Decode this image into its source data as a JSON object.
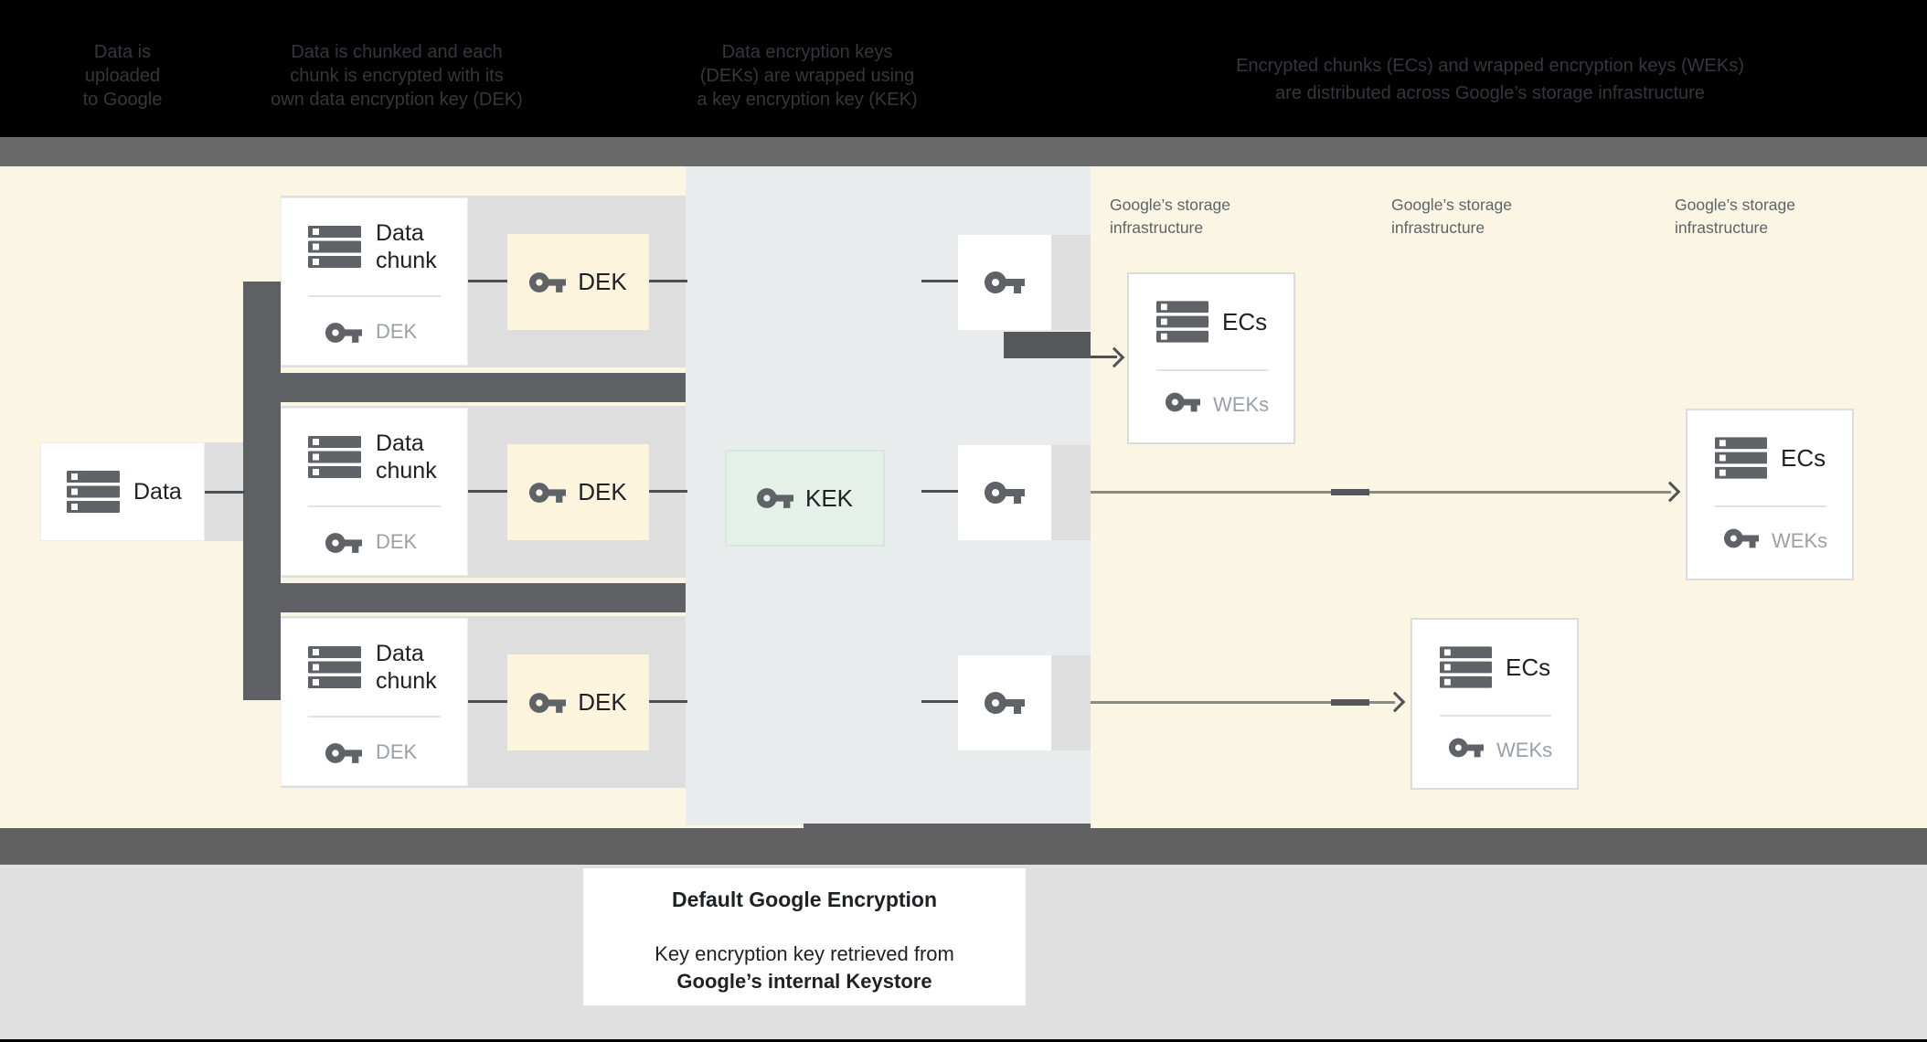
{
  "header": {
    "steps": [
      {
        "lines": [
          "Data is",
          "uploaded",
          "to Google"
        ]
      },
      {
        "lines": [
          "Data is chunked and each",
          "chunk is encrypted with its",
          "own data encryption key (DEK)"
        ]
      },
      {
        "lines": [
          "Data encryption keys",
          "(DEKs) are wrapped using",
          "a key encryption key (KEK)"
        ]
      },
      {
        "lines": [
          "Encrypted chunks (ECs) and wrapped encryption keys (WEKs)",
          "are distributed across Google’s storage infrastructure"
        ]
      }
    ]
  },
  "storage_labels": [
    {
      "lines": [
        "Google’s storage",
        "infrastructure"
      ]
    },
    {
      "lines": [
        "Google’s storage",
        "infrastructure"
      ]
    },
    {
      "lines": [
        "Google’s storage",
        "infrastructure"
      ]
    }
  ],
  "data_node": {
    "label": "Data"
  },
  "chunk_rows": [
    {
      "title_lines": [
        "Data",
        "chunk"
      ],
      "inner_key_label": "DEK",
      "dek_box_label": "DEK"
    },
    {
      "title_lines": [
        "Data",
        "chunk"
      ],
      "inner_key_label": "DEK",
      "dek_box_label": "DEK"
    },
    {
      "title_lines": [
        "Data",
        "chunk"
      ],
      "inner_key_label": "DEK",
      "dek_box_label": "DEK"
    }
  ],
  "kek": {
    "label": "KEK"
  },
  "ec_boxes": [
    {
      "label": "ECs",
      "wek_label": "WEKs"
    },
    {
      "label": "ECs",
      "wek_label": "WEKs"
    },
    {
      "label": "ECs",
      "wek_label": "WEKs"
    }
  ],
  "footer": {
    "title": "Default Google Encryption",
    "body_line1": "Key encryption key retrieved from",
    "body_line2": "Google’s internal Keystore"
  },
  "colors": {
    "panel-yellow": "#FBF6E4",
    "dek-yellow": "#FDF4DE",
    "band-blue": "#E8ECED",
    "strip-gray": "#DEDEDE",
    "dark-gray": "#5E6063",
    "tab-gray": "#56575A",
    "step-bar": "#6A6A6A",
    "bottom-band": "#616161",
    "bottom-area": "#E0E0E0",
    "kek-green": "#E4F0E8",
    "kek-border": "#D6E8DC",
    "icon-gray": "#5F6368",
    "text-dark": "#202124",
    "text-muted": "#9AA0A6",
    "label-gray": "#5F6368",
    "line-gray": "#8B8B85",
    "header-text": "#35373A",
    "box-border": "#DBDBDB"
  }
}
